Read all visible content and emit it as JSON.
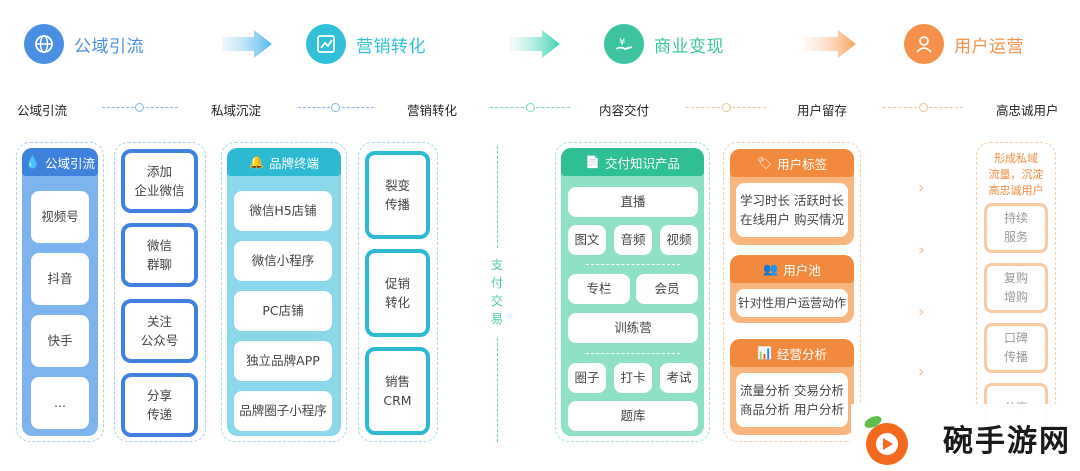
{
  "colors": {
    "blue": "#4a90e2",
    "cyan": "#32c0d8",
    "teal": "#3cc4a0",
    "orange": "#f5914a"
  },
  "stages": [
    {
      "title": "公域引流",
      "icon": "globe-icon"
    },
    {
      "title": "营销转化",
      "icon": "chart-icon"
    },
    {
      "title": "商业变现",
      "icon": "money-hand-icon"
    },
    {
      "title": "用户运营",
      "icon": "user-icon"
    }
  ],
  "steps": [
    "公域引流",
    "私域沉淀",
    "营销转化",
    "内容交付",
    "用户留存",
    "高忠诚用户"
  ],
  "col1": {
    "header": "公域引流",
    "items": [
      "视频号",
      "抖音",
      "快手",
      "..."
    ]
  },
  "col2": {
    "items": [
      "添加\n企业微信",
      "微信\n群聊",
      "关注\n公众号",
      "分享\n传递"
    ]
  },
  "col3": {
    "header": "品牌终端",
    "items": [
      "微信H5店铺",
      "微信小程序",
      "PC店铺",
      "独立品牌APP",
      "品牌圈子小程序"
    ]
  },
  "col4": {
    "items": [
      "裂变\n传播",
      "促销\n转化",
      "销售\nCRM"
    ]
  },
  "divider_label": "支\n付\n交\n易",
  "col5": {
    "header": "交付知识产品",
    "live": "直播",
    "media": [
      "图文",
      "音频",
      "视频"
    ],
    "column_member": [
      "专栏",
      "会员"
    ],
    "camp": "训练营",
    "community": [
      "圈子",
      "打卡",
      "考试"
    ],
    "bank": "题库"
  },
  "col6": {
    "tags": {
      "header": "用户标签",
      "text": "学习时长  活跃时长\n在线用户  购买情况"
    },
    "pool": {
      "header": "用户池",
      "text": "针对性用户运营动作"
    },
    "analysis": {
      "header": "经营分析",
      "text": "流量分析  交易分析\n商品分析  用户分析"
    }
  },
  "col7": {
    "header": "形成私域\n流量，沉淀\n高忠诚用户",
    "items": [
      "持续\n服务",
      "复购\n增购",
      "口碑\n传播",
      "分享"
    ]
  },
  "logo": {
    "text": "碗手游网",
    "icon": "play-logo-icon"
  }
}
